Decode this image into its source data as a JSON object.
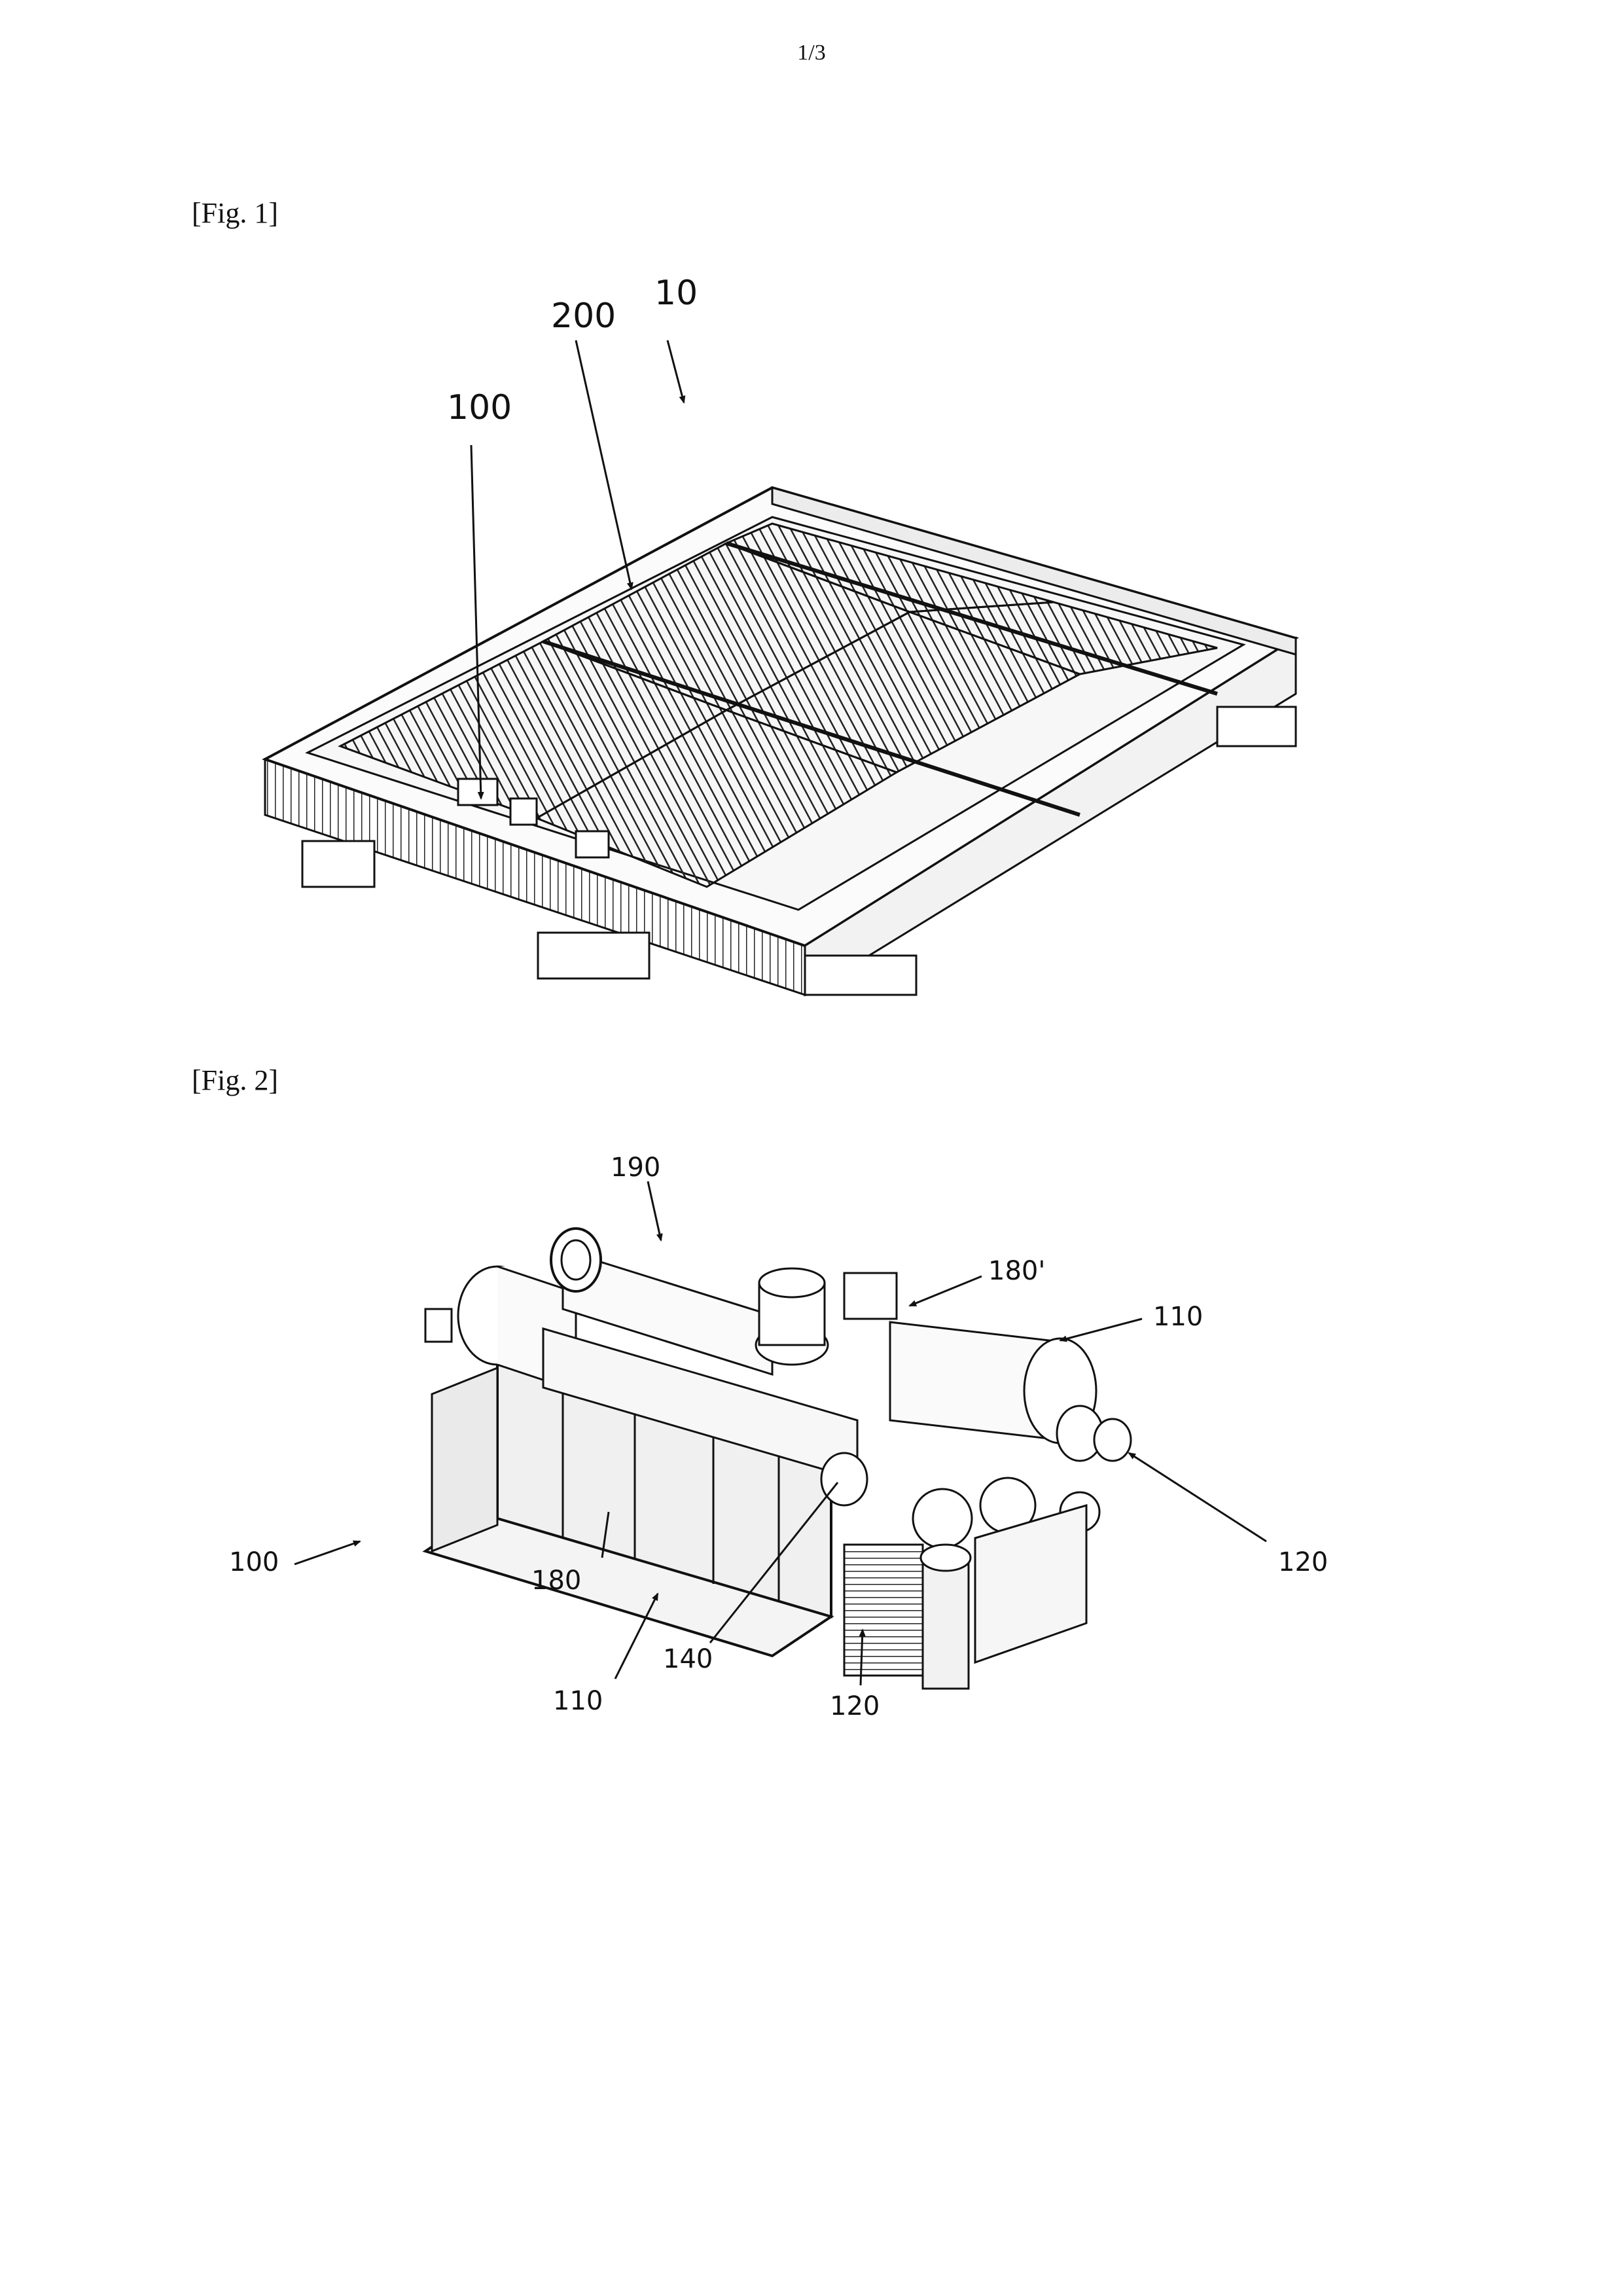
{
  "sheet_number": "1/3",
  "figures": [
    {
      "caption": "[Fig. 1]",
      "labels": {
        "pack": "10",
        "module": "200",
        "unit": "100"
      }
    },
    {
      "caption": "[Fig. 2]",
      "labels": {
        "unit": "100",
        "pipe_top": "190",
        "connector_top": "180'",
        "housing_right": "110",
        "port_right": "120",
        "connector_left": "180",
        "housing_bottom": "110",
        "port_center": "140",
        "exchanger_bottom": "120"
      }
    }
  ]
}
